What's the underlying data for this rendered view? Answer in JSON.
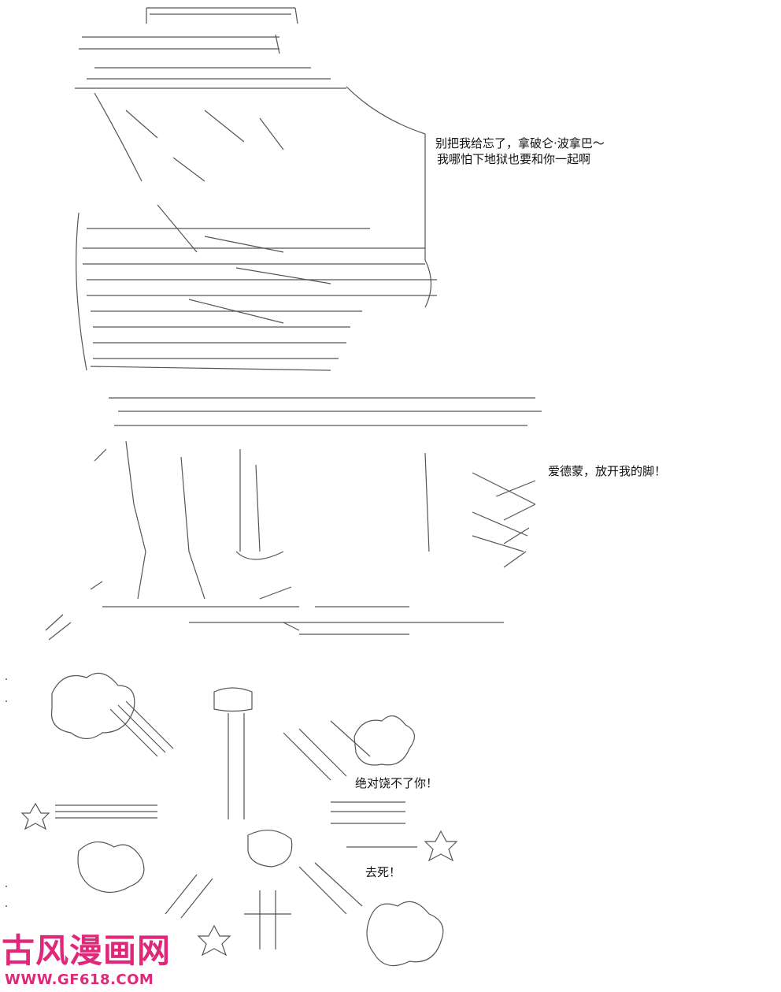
{
  "panels": [
    {
      "id": "panel-1",
      "lines": [
        "别把我给忘了，拿破仑·波拿巴～",
        "我哪怕下地狱也要和你一起啊"
      ]
    },
    {
      "id": "panel-2",
      "lines": [
        "爱德蒙，放开我的脚！"
      ]
    },
    {
      "id": "panel-3",
      "lines": [
        "绝对饶不了你！",
        "去死！"
      ]
    }
  ],
  "watermark": {
    "logo": "古风漫画网",
    "url": "WWW.GF618.COM"
  },
  "colors": {
    "background": "#ffffff",
    "art": "#555555",
    "text": "#111111",
    "watermark": "#e0287a"
  }
}
